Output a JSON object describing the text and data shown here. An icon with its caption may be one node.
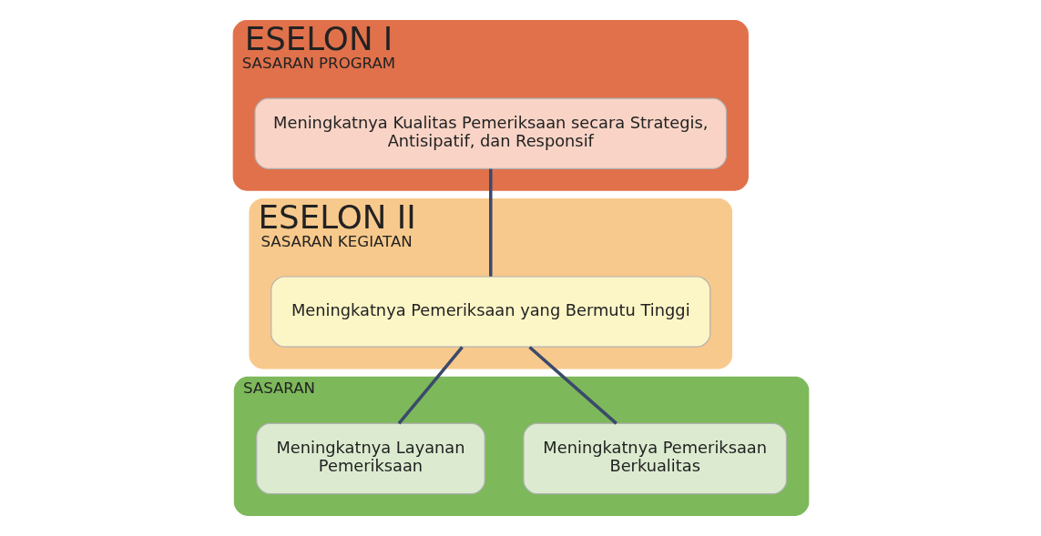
{
  "diagram": {
    "nodes": [
      {
        "text": [
          "ESELON I",
          "SASARAN PROGRAM"
        ]
      },
      {
        "text": [
          "Meningkatnya Kualitas Pemeriksaan secara Strategis, Antisipatif, dan Responsif"
        ],
        "in": 0
      },
      {
        "text": [
          "ESELON II",
          "SASARAN KEGIATAN"
        ]
      },
      {
        "text": [
          "Meningkatnya Pemeriksaan yang Bermutu Tinggi"
        ],
        "in": 2
      },
      {
        "text": [
          "SASARAN"
        ]
      },
      {
        "text": [
          "Meningkatnya Pemeriksaan Berkualitas"
        ],
        "in": 4
      },
      {
        "text": [
          "Meningkatnya Layanan Pemeriksaan"
        ],
        "in": 4
      }
    ],
    "edges": [
      {
        "from": 1,
        "to": 3,
        "arrow": "none"
      },
      {
        "from": 3,
        "to": 5,
        "arrow": "none"
      },
      {
        "from": 3,
        "to": 6,
        "arrow": "none"
      }
    ]
  }
}
